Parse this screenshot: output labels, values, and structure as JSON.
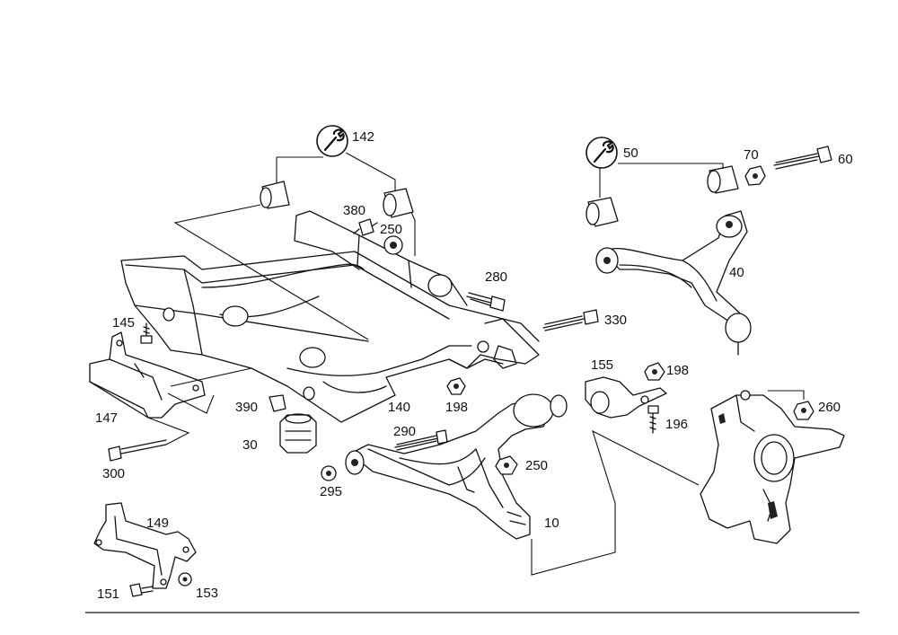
{
  "labels": {
    "l142": "142",
    "l50": "50",
    "l70": "70",
    "l60": "60",
    "l380": "380",
    "l250a": "250",
    "l280": "280",
    "l330": "330",
    "l40": "40",
    "l145": "145",
    "l155": "155",
    "l198a": "198",
    "l147": "147",
    "l390": "390",
    "l140": "140",
    "l198b": "198",
    "l196": "196",
    "l260": "260",
    "l290": "290",
    "l30": "30",
    "l250b": "250",
    "l300": "300",
    "l295": "295",
    "l10": "10",
    "l149": "149",
    "l151": "151",
    "l153": "153"
  },
  "icons": {
    "special_tool": "wrench-icon"
  }
}
